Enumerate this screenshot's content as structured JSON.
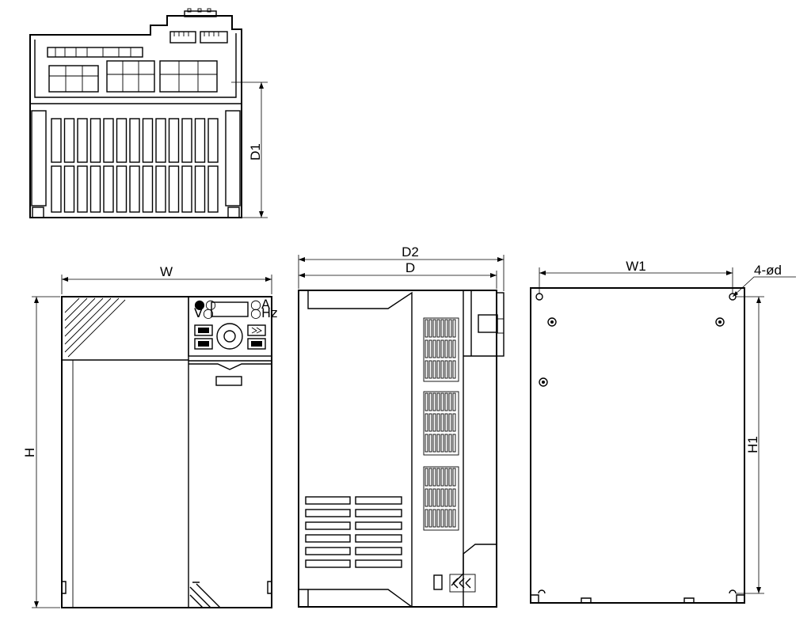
{
  "labels": {
    "W": "W",
    "H": "H",
    "D": "D",
    "D1": "D1",
    "D2": "D2",
    "W1": "W1",
    "H1": "H1",
    "holes": "4-ød"
  },
  "keypad": {
    "led_top_left": "●○",
    "led_top_right": "○A",
    "led_bottom_left": "V○",
    "led_bottom_right": "○Hz"
  }
}
